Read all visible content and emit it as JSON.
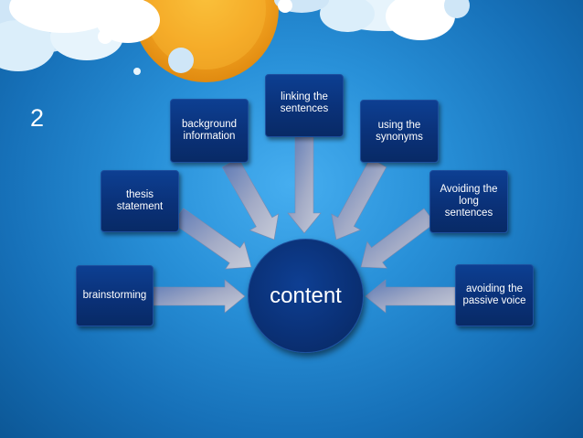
{
  "slide": {
    "number": "2"
  },
  "diagram": {
    "center": "content",
    "nodes": [
      {
        "id": "brainstorming",
        "label": "brainstorming"
      },
      {
        "id": "thesis",
        "label": "thesis\nstatement"
      },
      {
        "id": "background",
        "label": "background\ninformation"
      },
      {
        "id": "linking",
        "label": "linking the\nsentences"
      },
      {
        "id": "synonyms",
        "label": "using the\nsynonyms"
      },
      {
        "id": "long",
        "label": "Avoiding the\nlong\nsentences"
      },
      {
        "id": "passive",
        "label": "avoiding the\npassive voice"
      }
    ]
  },
  "colors": {
    "background": "#1e86d0",
    "node_fill": "#0b3580",
    "arrow": "#9aa4c2",
    "sun": "#f0a21e",
    "cloud": "#ffffff"
  }
}
